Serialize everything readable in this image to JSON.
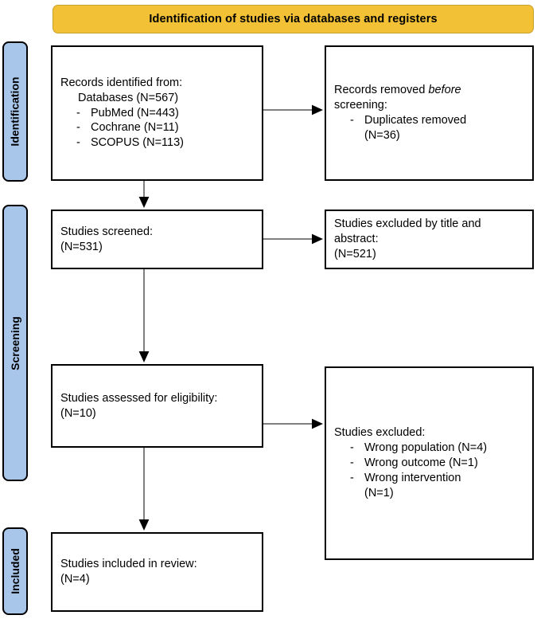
{
  "banner": {
    "title": "Identification of studies via databases and registers",
    "color": "#F2C135"
  },
  "stages": [
    {
      "label": "Identification",
      "color": "#A8C6EA"
    },
    {
      "label": "Screening",
      "color": "#A8C6EA"
    },
    {
      "label": "Included",
      "color": "#A8C6EA"
    }
  ],
  "boxes": {
    "records_identified": {
      "title": "Records identified from:",
      "subtitle": "Databases (N=567)",
      "items": [
        "PubMed (N=443)",
        "Cochrane (N=11)",
        "SCOPUS (N=113)"
      ]
    },
    "records_removed": {
      "title_part1": "Records removed ",
      "title_italic": "before",
      "title_part2": "screening:",
      "items": [
        "Duplicates removed\n(N=36)"
      ]
    },
    "studies_screened": {
      "title": "Studies screened:",
      "count": "(N=531)"
    },
    "studies_excluded_title_abstract": {
      "title": "Studies excluded by title and",
      "title2": "abstract:",
      "count": "(N=521)"
    },
    "studies_assessed": {
      "title": "Studies assessed for eligibility:",
      "count": "(N=10)"
    },
    "studies_excluded": {
      "title": "Studies excluded:",
      "items": [
        "Wrong population (N=4)",
        "Wrong outcome (N=1)",
        "Wrong intervention\n(N=1)"
      ]
    },
    "studies_included": {
      "title": "Studies included in review:",
      "count": "(N=4)"
    }
  },
  "bullet": {
    "dash": "-"
  }
}
